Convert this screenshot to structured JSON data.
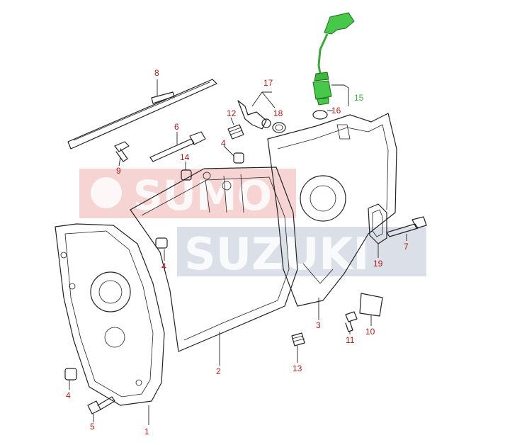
{
  "watermark": {
    "line1": "SUMO",
    "line2": "SUZUKI",
    "color_red": "#f2b8b8",
    "color_blue": "#c6ccd8"
  },
  "colors": {
    "label": "#b01c1c",
    "highlight": "#3cb83c",
    "line": "#222222"
  },
  "highlighted_part": "15",
  "callouts": [
    {
      "id": "1",
      "text": "1"
    },
    {
      "id": "2",
      "text": "2"
    },
    {
      "id": "3",
      "text": "3"
    },
    {
      "id": "4a",
      "text": "4"
    },
    {
      "id": "4b",
      "text": "4"
    },
    {
      "id": "4c",
      "text": "4"
    },
    {
      "id": "5",
      "text": "5"
    },
    {
      "id": "6",
      "text": "6"
    },
    {
      "id": "7",
      "text": "7"
    },
    {
      "id": "8",
      "text": "8"
    },
    {
      "id": "9",
      "text": "9"
    },
    {
      "id": "10",
      "text": "10"
    },
    {
      "id": "11",
      "text": "11"
    },
    {
      "id": "12",
      "text": "12"
    },
    {
      "id": "13",
      "text": "13"
    },
    {
      "id": "14",
      "text": "14"
    },
    {
      "id": "15",
      "text": "15"
    },
    {
      "id": "16",
      "text": "16"
    },
    {
      "id": "17",
      "text": "17"
    },
    {
      "id": "18",
      "text": "18"
    },
    {
      "id": "19",
      "text": "19"
    }
  ]
}
